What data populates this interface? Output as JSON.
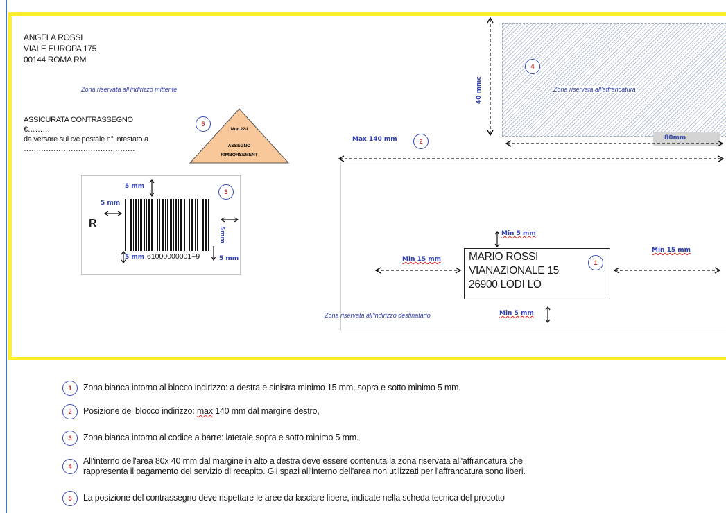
{
  "sender": {
    "line1": "ANGELA ROSSI",
    "line2": "VIALE EUROPA 175",
    "line3": "00144 ROMA RM"
  },
  "zones": {
    "sender_zone": "Zona riservata all'indirizzo mittente",
    "stamp_zone": "Zona riservata all'affrancatura",
    "recipient_zone": "Zona riservata all'indirizzo destinatario"
  },
  "cod": {
    "line1": "ASSICURATA CONTRASSEGNO",
    "line2": "€………",
    "line3": "da versare sul c/c postale n° intestato a",
    "line4": "………………………………………"
  },
  "triangle": {
    "top": "Mod.22-I",
    "line1": "ASSEGNO",
    "line2": "RIMBORSEMENT"
  },
  "barcode": {
    "letter": "R",
    "number": "61000000001~9",
    "top_margin": "5 mm",
    "left_margin": "5 mm",
    "right_margin": "5mm",
    "bottom_left": "5 mm",
    "bottom_right": "5 mm"
  },
  "dimensions": {
    "height_40": "40 mmc",
    "max_140": "Max 140 mm",
    "width_80": "80mm",
    "min5_top": "Min 5 mm",
    "min5_bottom": "Min 5 mm",
    "min15_left": "Min 15 mm",
    "min15_right": "Min 15 mm"
  },
  "recipient": {
    "line1": "MARIO ROSSI",
    "line2": "VIANAZIONALE 15",
    "line3": "26900  LODI LO"
  },
  "markers": {
    "n1": "1",
    "n2": "2",
    "n3": "3",
    "n4": "4",
    "n5": "5"
  },
  "legend": [
    {
      "num": "1",
      "text": "Zona bianca intorno al blocco indirizzo:  a destra e sinistra minimo 15 mm, sopra e sotto minimo 5 mm."
    },
    {
      "num": "2",
      "text_a": "Posizione del blocco indirizzo: ",
      "text_b": "max",
      "text_c": " 140 mm dal margine destro,"
    },
    {
      "num": "3",
      "text": "Zona bianca intorno al codice a barre:  laterale sopra e sotto minimo 5 mm."
    },
    {
      "num": "4",
      "text1": "All'interno dell'area  80x 40 mm  dal margine in alto a destra deve essere contenuta la zona riservata all'affrancatura che",
      "text2": "rappresenta il pagamento del servizio di recapito.  Gli spazi all'interno dell'area non utilizzati per l'affrancatura sono  liberi."
    },
    {
      "num": "5",
      "text": "La posizione del contrassegno deve rispettare  le aree da lasciare libere,  indicate nella scheda tecnica del prodotto"
    }
  ],
  "colors": {
    "envelope_border": "#ffef2a",
    "marker_ring": "#3a4ab8",
    "marker_number": "#c83232",
    "triangle_fill": "#f8c89a",
    "dimension_text": "#2f3fb0"
  }
}
